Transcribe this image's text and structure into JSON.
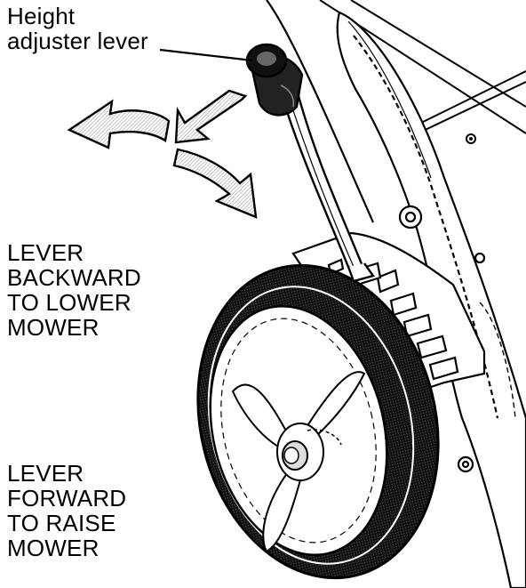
{
  "callout": {
    "line1": "Height",
    "line2": "adjuster lever"
  },
  "instructions": {
    "backward": [
      "LEVER",
      "BACKWARD",
      "TO LOWER",
      "MOWER"
    ],
    "forward": [
      "LEVER",
      "FORWARD",
      "TO RAISE",
      "MOWER"
    ]
  },
  "colors": {
    "ink": "#000000",
    "paper": "#ffffff",
    "shade": "#9a9a9a",
    "light_shade": "#d4d4d4"
  },
  "icons": [
    "curved-arrow-forward-icon",
    "arrow-backward-down-icon",
    "arrow-backward-lower-icon"
  ]
}
